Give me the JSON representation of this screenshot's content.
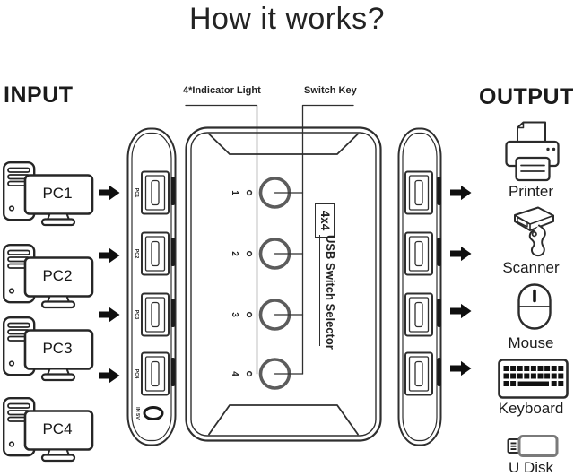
{
  "title": "How it works?",
  "input": {
    "heading": "INPUT",
    "pcs": [
      {
        "label": "PC1"
      },
      {
        "label": "PC2"
      },
      {
        "label": "PC3"
      },
      {
        "label": "PC4"
      }
    ]
  },
  "output": {
    "heading": "OUTPUT",
    "devices": [
      {
        "label": "Printer"
      },
      {
        "label": "Scanner"
      },
      {
        "label": "Mouse"
      },
      {
        "label": "Keyboard"
      },
      {
        "label": "U Disk"
      }
    ]
  },
  "switch": {
    "annotation_indicator": "4*Indicator Light",
    "annotation_switch_key": "Switch Key",
    "badge": "4x4",
    "name": "USB Switch Selector",
    "channels": [
      "1",
      "2",
      "3",
      "4"
    ],
    "input_port_labels": [
      "PC1",
      "PC2",
      "PC3",
      "PC4"
    ],
    "power_label": "IN 5V"
  },
  "colors": {
    "line": "#2f2f2f",
    "button_ring": "#5c5c5c",
    "key_fill": "#111111",
    "udisk_border": "#7a7a7a",
    "background": "#ffffff"
  }
}
